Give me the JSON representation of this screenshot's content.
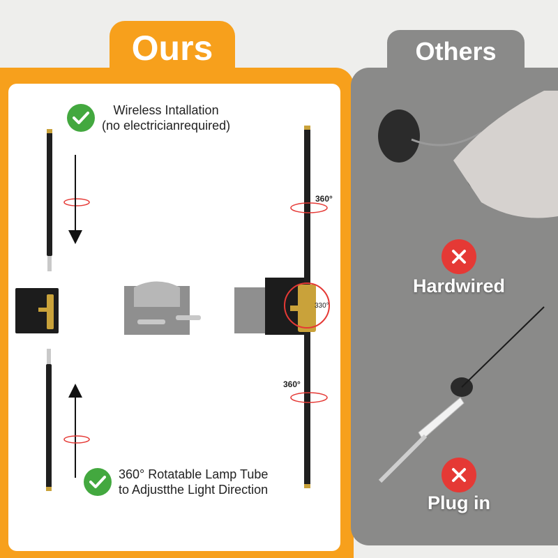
{
  "tabs": {
    "ours": "Ours",
    "others": "Others"
  },
  "features": {
    "wireless_line1": "Wireless Intallation",
    "wireless_line2": "(no electricianrequired)",
    "rotatable_line1": "360° Rotatable Lamp Tube",
    "rotatable_line2": "to Adjustthe Light Direction"
  },
  "rotation_labels": {
    "top": "360°",
    "middle": "330°",
    "bottom": "360°"
  },
  "others": {
    "top_label": "Hardwired",
    "bottom_label": "Plug in"
  },
  "colors": {
    "ours_accent": "#f7a01c",
    "others_gray": "#8a8a89",
    "check_green": "#43a83f",
    "cross_red": "#e53935",
    "lamp_black": "#1f1f1f",
    "brass": "#c9a23a"
  },
  "icons": {
    "check": "check-circle-icon",
    "cross": "x-circle-icon",
    "rotate": "rotate-arrow-icon",
    "arrow_down": "arrow-down-icon",
    "arrow_up": "arrow-up-icon"
  }
}
